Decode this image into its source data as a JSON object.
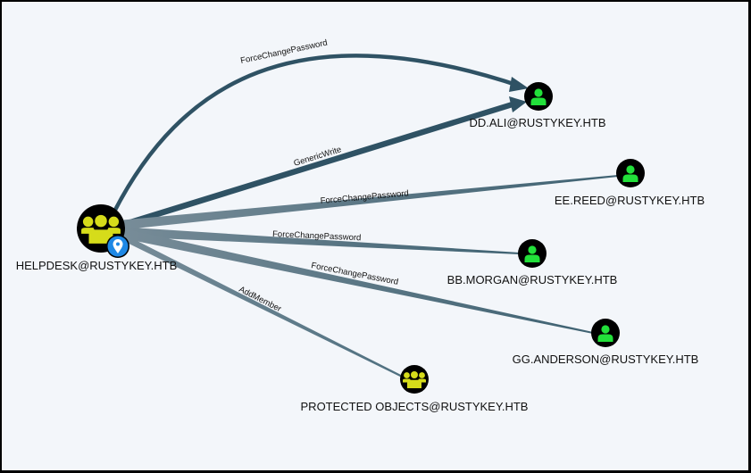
{
  "graph": {
    "colors": {
      "background": "#f3f6fa",
      "edge_dark": "#2f5264",
      "edge_light": "#7a8e9a",
      "group_fill": "#d6dc1a",
      "user_fill": "#22e03a",
      "node_bg": "#000000",
      "start_marker": "#1e88e5"
    },
    "nodes": [
      {
        "id": "helpdesk",
        "label": "HELPDESK@RUSTYKEY.HTB",
        "type": "group",
        "start": true
      },
      {
        "id": "ddali",
        "label": "DD.ALI@RUSTYKEY.HTB",
        "type": "user"
      },
      {
        "id": "eereed",
        "label": "EE.REED@RUSTYKEY.HTB",
        "type": "user"
      },
      {
        "id": "bbmorgan",
        "label": "BB.MORGAN@RUSTYKEY.HTB",
        "type": "user"
      },
      {
        "id": "gganderson",
        "label": "GG.ANDERSON@RUSTYKEY.HTB",
        "type": "user"
      },
      {
        "id": "protected",
        "label": "PROTECTED OBJECTS@RUSTYKEY.HTB",
        "type": "group"
      }
    ],
    "edges": [
      {
        "from": "helpdesk",
        "to": "ddali",
        "label": "ForceChangePassword",
        "curved": true
      },
      {
        "from": "helpdesk",
        "to": "ddali",
        "label": "GenericWrite",
        "curved": false
      },
      {
        "from": "helpdesk",
        "to": "eereed",
        "label": "ForceChangePassword",
        "curved": false
      },
      {
        "from": "helpdesk",
        "to": "bbmorgan",
        "label": "ForceChangePassword",
        "curved": false
      },
      {
        "from": "helpdesk",
        "to": "gganderson",
        "label": "ForceChangePassword",
        "curved": false
      },
      {
        "from": "helpdesk",
        "to": "protected",
        "label": "AddMember",
        "curved": false
      }
    ]
  }
}
